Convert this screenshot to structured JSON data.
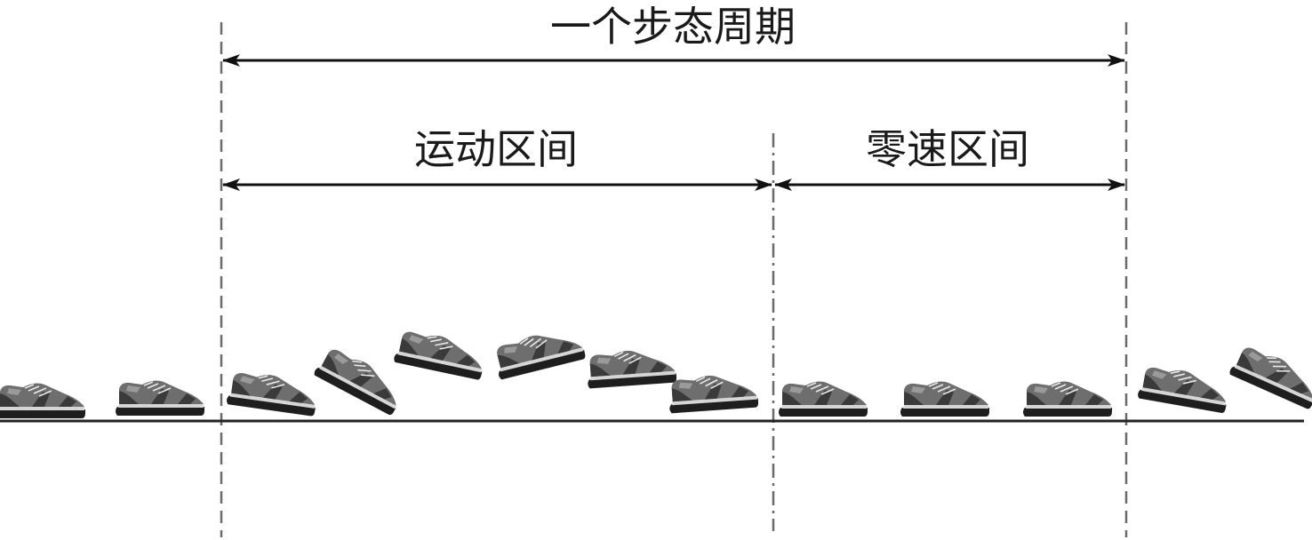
{
  "diagram": {
    "gait_cycle_label": "一个步态周期",
    "motion_interval_label": "运动区间",
    "zero_velocity_interval_label": "零速区间"
  },
  "shoes": [
    {
      "phase": "stance-before"
    },
    {
      "phase": "stance-before"
    },
    {
      "phase": "heel-off"
    },
    {
      "phase": "toe-off"
    },
    {
      "phase": "swing"
    },
    {
      "phase": "swing"
    },
    {
      "phase": "swing"
    },
    {
      "phase": "heel-strike"
    },
    {
      "phase": "stance"
    },
    {
      "phase": "stance"
    },
    {
      "phase": "stance"
    },
    {
      "phase": "heel-off"
    },
    {
      "phase": "toe-off"
    }
  ],
  "colors": {
    "ink": "#111111",
    "guide": "#6a6a6a",
    "shoe_upper": "#6e6e6e",
    "shoe_sole": "#1e1e1e"
  }
}
